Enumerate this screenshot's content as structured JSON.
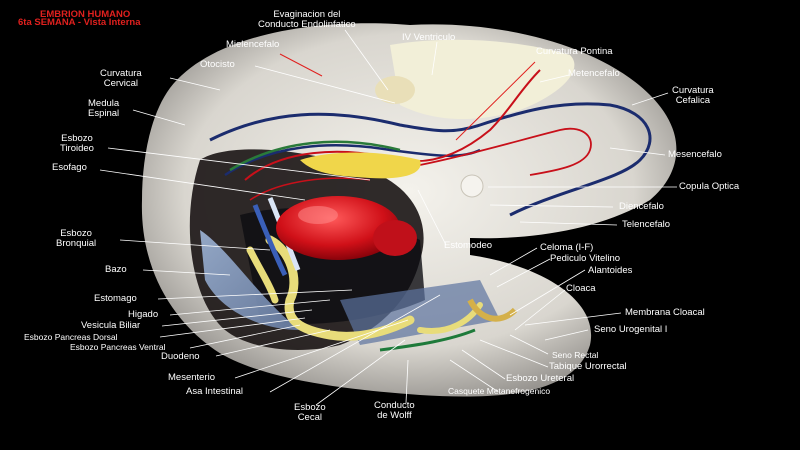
{
  "title": {
    "line1": "EMBRION HUMANO",
    "line2": "6ta SEMANA - Vista Interna"
  },
  "labels": {
    "evaginacion": "Evaginacion del\nConducto Endolinfatico",
    "ivventriculo": "IV Ventriculo",
    "mielencefalo": "Mielencefalo",
    "curvatura_pontina": "Curvatura Pontina",
    "otocisto": "Otocisto",
    "metencefalo": "Metencefalo",
    "curvatura_cervical": "Curvatura\nCervical",
    "curvatura_cefalica": "Curvatura\nCefalica",
    "medula_espinal": "Medula\nEspinal",
    "esbozo_tiroideo": "Esbozo\nTiroideo",
    "mesencefalo": "Mesencefalo",
    "esofago": "Esofago",
    "copula_optica": "Copula Optica",
    "diencefalo": "Diencefalo",
    "telencefalo": "Telencefalo",
    "esbozo_bronquial": "Esbozo\nBronquial",
    "estomodeo": "Estomodeo",
    "celoma": "Celoma (I-F)",
    "pediculo_vitelino": "Pediculo Vitelino",
    "alantoides": "Alantoides",
    "bazo": "Bazo",
    "cloaca": "Cloaca",
    "estomago": "Estomago",
    "membrana_cloacal": "Membrana Cloacal",
    "higado": "Higado",
    "seno_urogenital": "Seno Urogenital I",
    "vesicula_biliar": "Vesicula Biliar",
    "pancreas_dorsal": "Esbozo Pancreas Dorsal",
    "pancreas_ventral": "Esbozo Pancreas Ventral",
    "duodeno": "Duodeno",
    "seno_rectal": "Seno Rectal",
    "tabique_urorrectal": "Tabique Urorrectal",
    "mesenterio": "Mesenterio",
    "esbozo_ureteral": "Esbozo Ureteral",
    "casquete_metanefrogenico": "Casquete Metanefrogenico",
    "asa_intestinal": "Asa Intestinal",
    "esbozo_cecal": "Esbozo\nCecal",
    "conducto_wolff": "Conducto\nde Wolff"
  }
}
